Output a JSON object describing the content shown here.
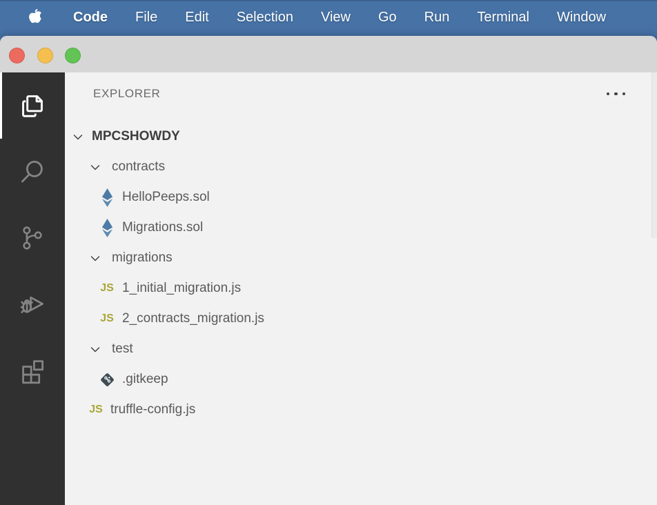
{
  "menu_bar": {
    "apple_icon": "apple-logo",
    "items": [
      {
        "label": "Code",
        "bold": true
      },
      {
        "label": "File"
      },
      {
        "label": "Edit"
      },
      {
        "label": "Selection"
      },
      {
        "label": "View"
      },
      {
        "label": "Go"
      },
      {
        "label": "Run"
      },
      {
        "label": "Terminal"
      },
      {
        "label": "Window",
        "clipped": true
      }
    ]
  },
  "window": {
    "traffic_lights": [
      "close",
      "minimize",
      "zoom"
    ]
  },
  "activity_bar": {
    "items": [
      {
        "name": "explorer",
        "active": true
      },
      {
        "name": "search",
        "active": false
      },
      {
        "name": "source-control",
        "active": false
      },
      {
        "name": "run-and-debug",
        "active": false
      },
      {
        "name": "extensions",
        "active": false
      }
    ]
  },
  "explorer": {
    "title": "EXPLORER",
    "workspace": "MPCSHOWDY",
    "tree": [
      {
        "name": "contracts",
        "kind": "folder",
        "level": 1,
        "expanded": true
      },
      {
        "name": "HelloPeeps.sol",
        "kind": "file",
        "level": 2,
        "icon": "solidity-file-icon"
      },
      {
        "name": "Migrations.sol",
        "kind": "file",
        "level": 2,
        "icon": "solidity-file-icon"
      },
      {
        "name": "migrations",
        "kind": "folder",
        "level": 1,
        "expanded": true
      },
      {
        "name": "1_initial_migration.js",
        "kind": "file",
        "level": 2,
        "icon": "js-file-icon"
      },
      {
        "name": "2_contracts_migration.js",
        "kind": "file",
        "level": 2,
        "icon": "js-file-icon"
      },
      {
        "name": "test",
        "kind": "folder",
        "level": 1,
        "expanded": true
      },
      {
        "name": ".gitkeep",
        "kind": "file",
        "level": 2,
        "icon": "git-file-icon"
      },
      {
        "name": "truffle-config.js",
        "kind": "file",
        "level": 1,
        "icon": "js-file-icon"
      }
    ]
  },
  "icons": {
    "js_badge": "JS"
  },
  "colors": {
    "menu_bar_blue": "#4672a6",
    "titlebar_gray": "#d6d6d6",
    "activity_bar": "#303030",
    "sidebar_bg": "#f2f2f2",
    "traffic_red": "#ed6a5f",
    "traffic_yellow": "#f5bf4f",
    "traffic_green": "#61c454",
    "solidity_icon_blue": "#4d7ba6",
    "js_icon_olive": "#a9a538",
    "git_icon_slate": "#3f4c55",
    "tree_text": "#5a5a5a",
    "active_icon": "#ffffff",
    "inactive_icon": "#858585"
  }
}
